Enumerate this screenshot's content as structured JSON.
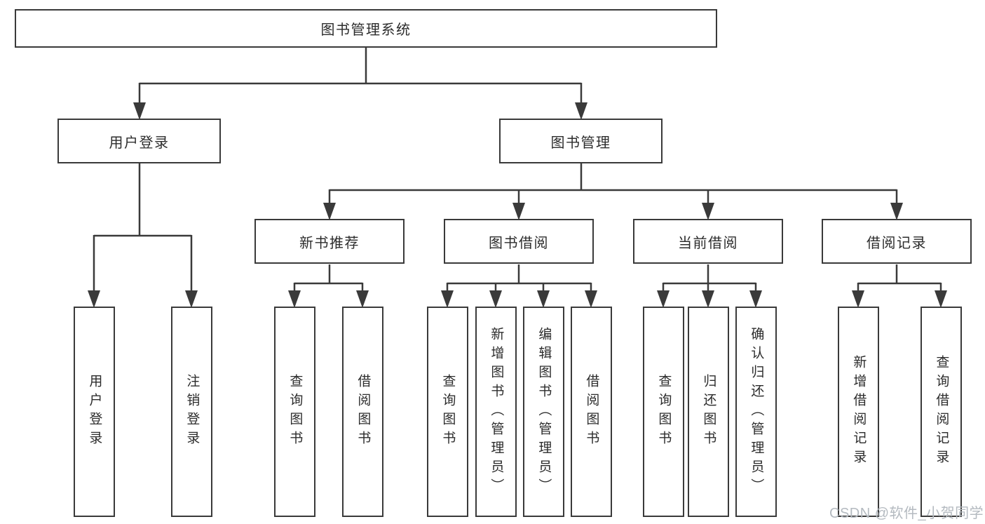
{
  "tree": {
    "root": {
      "label": "图书管理系统",
      "children": [
        {
          "label": "用户登录",
          "children": [
            {
              "label": "用户登录"
            },
            {
              "label": "注销登录"
            }
          ]
        },
        {
          "label": "图书管理",
          "children": [
            {
              "label": "新书推荐",
              "children": [
                {
                  "label": "查询图书"
                },
                {
                  "label": "借阅图书"
                }
              ]
            },
            {
              "label": "图书借阅",
              "children": [
                {
                  "label": "查询图书"
                },
                {
                  "label": "新增图书（管理员）"
                },
                {
                  "label": "编辑图书（管理员）"
                },
                {
                  "label": "借阅图书"
                }
              ]
            },
            {
              "label": "当前借阅",
              "children": [
                {
                  "label": "查询图书"
                },
                {
                  "label": "归还图书"
                },
                {
                  "label": "确认归还（管理员）"
                }
              ]
            },
            {
              "label": "借阅记录",
              "children": [
                {
                  "label": "新增借阅记录"
                },
                {
                  "label": "查询借阅记录"
                }
              ]
            }
          ]
        }
      ]
    }
  },
  "watermark": {
    "text": "CSDN @软件_小贺同学"
  },
  "colors": {
    "line": "#3a3a3a",
    "text": "#2c2c2c",
    "watermark": "#b4bac0",
    "background": "#ffffff"
  }
}
